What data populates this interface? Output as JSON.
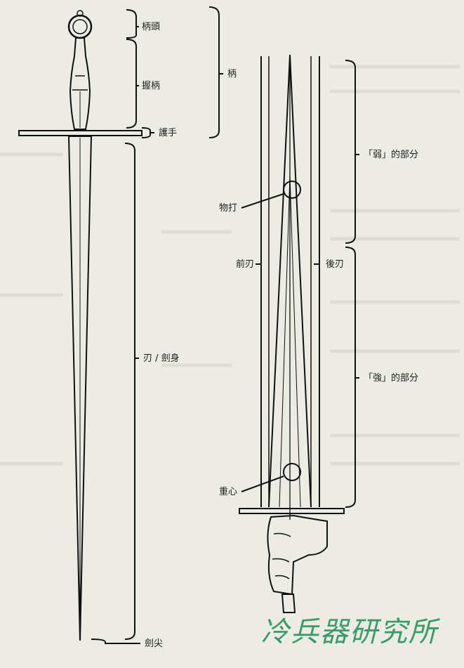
{
  "labels": {
    "pommel": "柄頭",
    "grip": "握柄",
    "hilt": "柄",
    "crossguard": "護手",
    "blade": "刃 / 劍身",
    "tip": "劍尖",
    "weak_part": "「弱」的部分",
    "strong_part": "「強」的部分",
    "percussion_point": "物打",
    "false_edge": "後刃",
    "true_edge": "前刃",
    "center_of_balance": "重心"
  },
  "watermark": "冷兵器研究所",
  "colors": {
    "paper": "#ecebe4",
    "ink": "#1c1c1c",
    "watermark": "#3a9a6a"
  }
}
